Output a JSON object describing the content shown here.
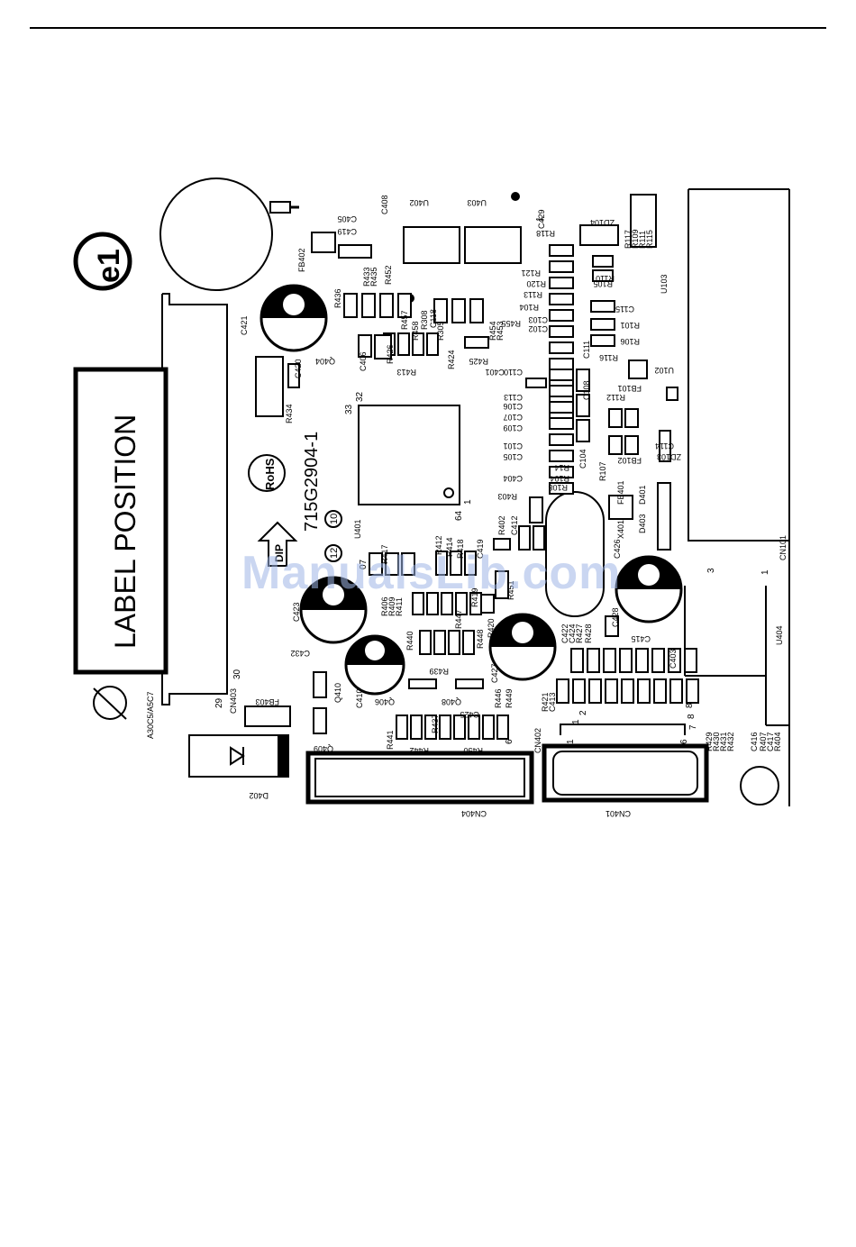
{
  "board": {
    "part_number": "715G2904-1",
    "label_position": "LABEL POSITION",
    "rohs": "RoHS",
    "dip": "DIP",
    "e1": "e1",
    "pb_code": "A30C5/A5C7",
    "circle_marks": [
      "12",
      "10"
    ]
  },
  "watermark": "ManualsLib.com",
  "labels": {
    "top": [
      "U402",
      "U403",
      "C405",
      "C419",
      "C408",
      "C429",
      "ZD104",
      "R111",
      "R109",
      "R117",
      "R115",
      "R118",
      "R121",
      "FB402",
      "R452",
      "R433",
      "R435",
      "R436",
      "U103",
      "R110",
      "R105",
      "C115",
      "R101",
      "R106"
    ],
    "mid": [
      "C421",
      "R457",
      "R308",
      "C118",
      "R455",
      "R453",
      "R454",
      "R120",
      "R113",
      "R104",
      "C103",
      "C102",
      "C104",
      "C105",
      "C111",
      "R116",
      "U102",
      "FB101",
      "R112",
      "C108",
      "C106",
      "C107",
      "C109",
      "C110",
      "C113",
      "C101",
      "R14",
      "FB102",
      "ZD103",
      "C114",
      "R107",
      "R108",
      "R104",
      "C404",
      "R403",
      "C406",
      "R426",
      "R413",
      "R458",
      "R305",
      "R424",
      "R425",
      "C401",
      "C420",
      "R434",
      "Q404",
      "U401",
      "X401",
      "D401",
      "D403",
      "FB401",
      "CN101"
    ],
    "lower": [
      "R402",
      "C412",
      "R417",
      "R412",
      "R414",
      "R418",
      "C419",
      "C426",
      "C423",
      "R406",
      "R409",
      "R411",
      "R440",
      "R447",
      "R451",
      "R419",
      "R420",
      "R448",
      "R439",
      "C427",
      "C422",
      "C424",
      "R427",
      "R428",
      "C428",
      "C415",
      "C403",
      "U404",
      "C432",
      "C410",
      "Q406",
      "Q408",
      "Q410",
      "R421",
      "C413",
      "R446",
      "R449",
      "C425",
      "R437",
      "R441",
      "R442",
      "R450",
      "Q409",
      "CN403",
      "FB403",
      "D402",
      "CN402",
      "CN404",
      "CN401",
      "R429",
      "R430",
      "R431",
      "R432",
      "C416",
      "R407",
      "C417",
      "R404"
    ],
    "pins": [
      "33",
      "32",
      "1",
      "64",
      "07",
      "1",
      "3",
      "2",
      "1",
      "8",
      "7",
      "6",
      "29",
      "30",
      "1",
      "6",
      "1",
      "8"
    ]
  },
  "colors": {
    "ink": "#000000",
    "paper": "#ffffff",
    "watermark": "#9fb6e6"
  }
}
